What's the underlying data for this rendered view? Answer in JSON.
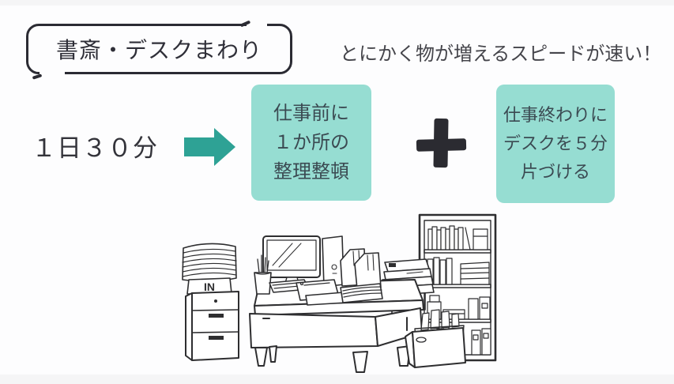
{
  "slide": {
    "background_color": "#fdfdfe",
    "letterbox_color": "#f5f5f6"
  },
  "title_box": {
    "label": "書斎・デスクまわり",
    "border_color": "#2b2b33"
  },
  "headline": {
    "text": "とにかく物が増えるスピードが速い！",
    "color": "#45454b"
  },
  "plan": {
    "duration_label": "１日３０分",
    "arrow_color": "#2ea295",
    "plus_color": "#2b2b31",
    "box_color": "#96ddd2",
    "box_text_color": "#3b4a52",
    "before_box": {
      "lines": [
        "仕事前に",
        "１か所の",
        "整理整頓"
      ]
    },
    "after_box": {
      "lines": [
        "仕事終わりに",
        "デスクを５分",
        "片づける"
      ]
    }
  },
  "illustration": {
    "in_tray_label": "IN",
    "line_color": "#2e2e30"
  }
}
